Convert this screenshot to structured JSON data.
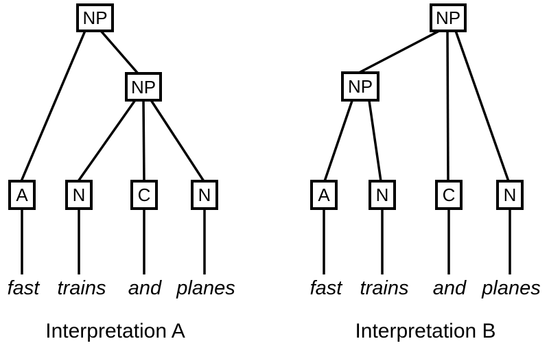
{
  "figure": {
    "background": "#ffffff",
    "line_color": "#000000",
    "sentence": "fast trains and planes"
  },
  "trees": [
    {
      "id": "A",
      "caption": "Interpretation A",
      "tree": {
        "label": "NP",
        "children": [
          {
            "label": "A",
            "word": "fast"
          },
          {
            "label": "NP",
            "children": [
              {
                "label": "N",
                "word": "trains"
              },
              {
                "label": "C",
                "word": "and"
              },
              {
                "label": "N",
                "word": "planes"
              }
            ]
          }
        ]
      }
    },
    {
      "id": "B",
      "caption": "Interpretation B",
      "tree": {
        "label": "NP",
        "children": [
          {
            "label": "NP",
            "children": [
              {
                "label": "A",
                "word": "fast"
              },
              {
                "label": "N",
                "word": "trains"
              }
            ]
          },
          {
            "label": "C",
            "word": "and"
          },
          {
            "label": "N",
            "word": "planes"
          }
        ]
      }
    }
  ]
}
